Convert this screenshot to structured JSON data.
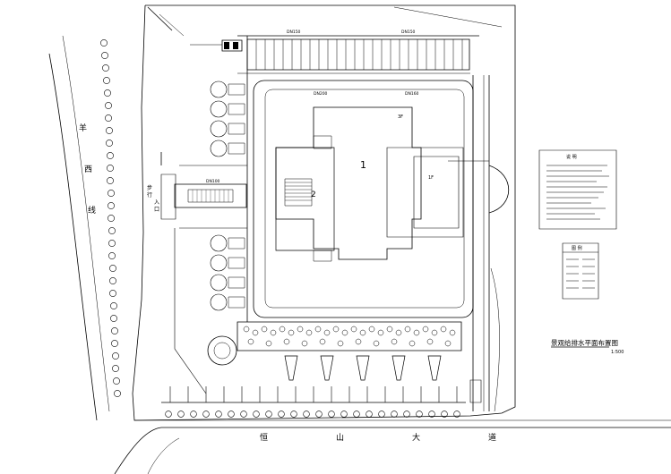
{
  "drawing": {
    "title": "景观给排水平面布置图",
    "scale": "1:500"
  },
  "roads": {
    "west_road_chars": [
      "羊",
      "西",
      "线"
    ],
    "south_road_chars": [
      "恒",
      "山",
      "大",
      "道"
    ],
    "entrance_chars": [
      "步",
      "行",
      "入",
      "口"
    ]
  },
  "buildings": {
    "main_number": "1",
    "west_number": "2",
    "floors_main": "3F",
    "floors_east": "1F"
  },
  "pipe_labels": {
    "dn150": "DN150",
    "dn200": "DN200",
    "dn160": "DN160",
    "dn150_b": "DN150",
    "dn100": "DN100"
  },
  "notes": {
    "heading": "说 明",
    "legend_heading": "图 例"
  },
  "colors": {
    "line": "#000000",
    "background": "#ffffff"
  }
}
